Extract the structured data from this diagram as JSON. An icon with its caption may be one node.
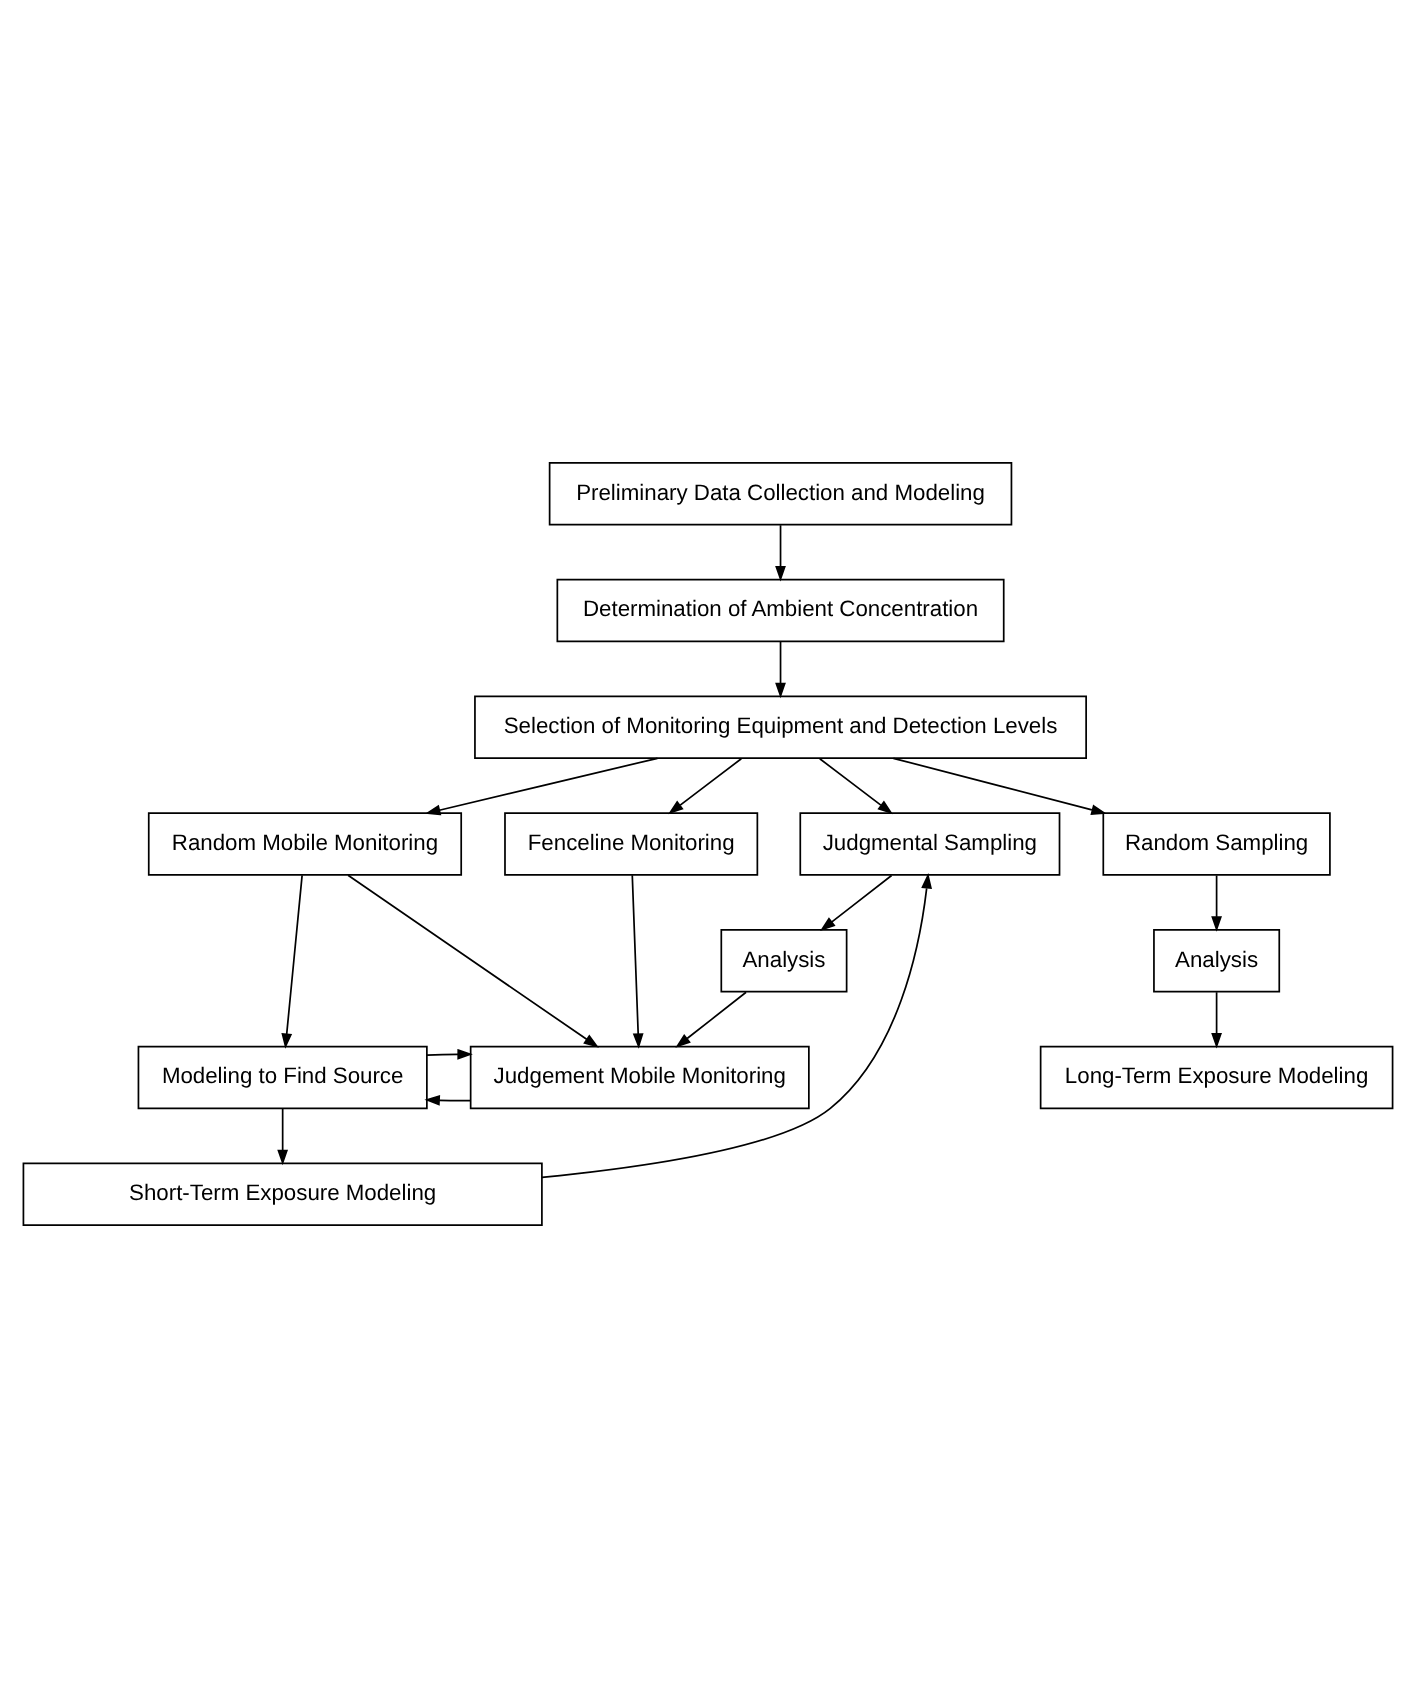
{
  "diagram": {
    "nodes": [
      {
        "text": [
          "Preliminary Data Collection and Modeling"
        ]
      },
      {
        "text": [
          "Determination of Ambient Concentration"
        ]
      },
      {
        "text": [
          "Selection of Monitoring Equipment and Detection Levels"
        ]
      },
      {
        "text": [
          "Random Mobile Monitoring"
        ]
      },
      {
        "text": [
          "Fenceline Monitoring"
        ]
      },
      {
        "text": [
          "Judgmental Sampling"
        ]
      },
      {
        "text": [
          "Random Sampling"
        ]
      },
      {
        "text": [
          "Analysis"
        ]
      },
      {
        "text": [
          "Analysis"
        ]
      },
      {
        "text": [
          "Modeling to Find Source"
        ]
      },
      {
        "text": [
          "Judgement Mobile Monitoring"
        ]
      },
      {
        "text": [
          "Long-Term Exposure Modeling"
        ]
      },
      {
        "text": [
          "Short-Term Exposure Modeling"
        ]
      }
    ],
    "edges": [
      {
        "from": 0,
        "to": 1,
        "arrow": "to"
      },
      {
        "from": 1,
        "to": 2,
        "arrow": "to"
      },
      {
        "from": 2,
        "to": 3,
        "arrow": "to"
      },
      {
        "from": 2,
        "to": 4,
        "arrow": "to"
      },
      {
        "from": 2,
        "to": 5,
        "arrow": "to"
      },
      {
        "from": 2,
        "to": 6,
        "arrow": "to"
      },
      {
        "from": 5,
        "to": 7,
        "arrow": "to"
      },
      {
        "from": 6,
        "to": 8,
        "arrow": "to"
      },
      {
        "from": 3,
        "to": 9,
        "arrow": "to"
      },
      {
        "from": 3,
        "to": 10,
        "arrow": "to"
      },
      {
        "from": 4,
        "to": 10,
        "arrow": "to"
      },
      {
        "from": 7,
        "to": 10,
        "arrow": "to"
      },
      {
        "from": 10,
        "to": 9,
        "arrow": "to"
      },
      {
        "from": 9,
        "to": 10,
        "arrow": "to"
      },
      {
        "from": 8,
        "to": 11,
        "arrow": "to"
      },
      {
        "from": 9,
        "to": 12,
        "arrow": "to"
      },
      {
        "from": 12,
        "to": 5,
        "arrow": "to"
      }
    ]
  }
}
